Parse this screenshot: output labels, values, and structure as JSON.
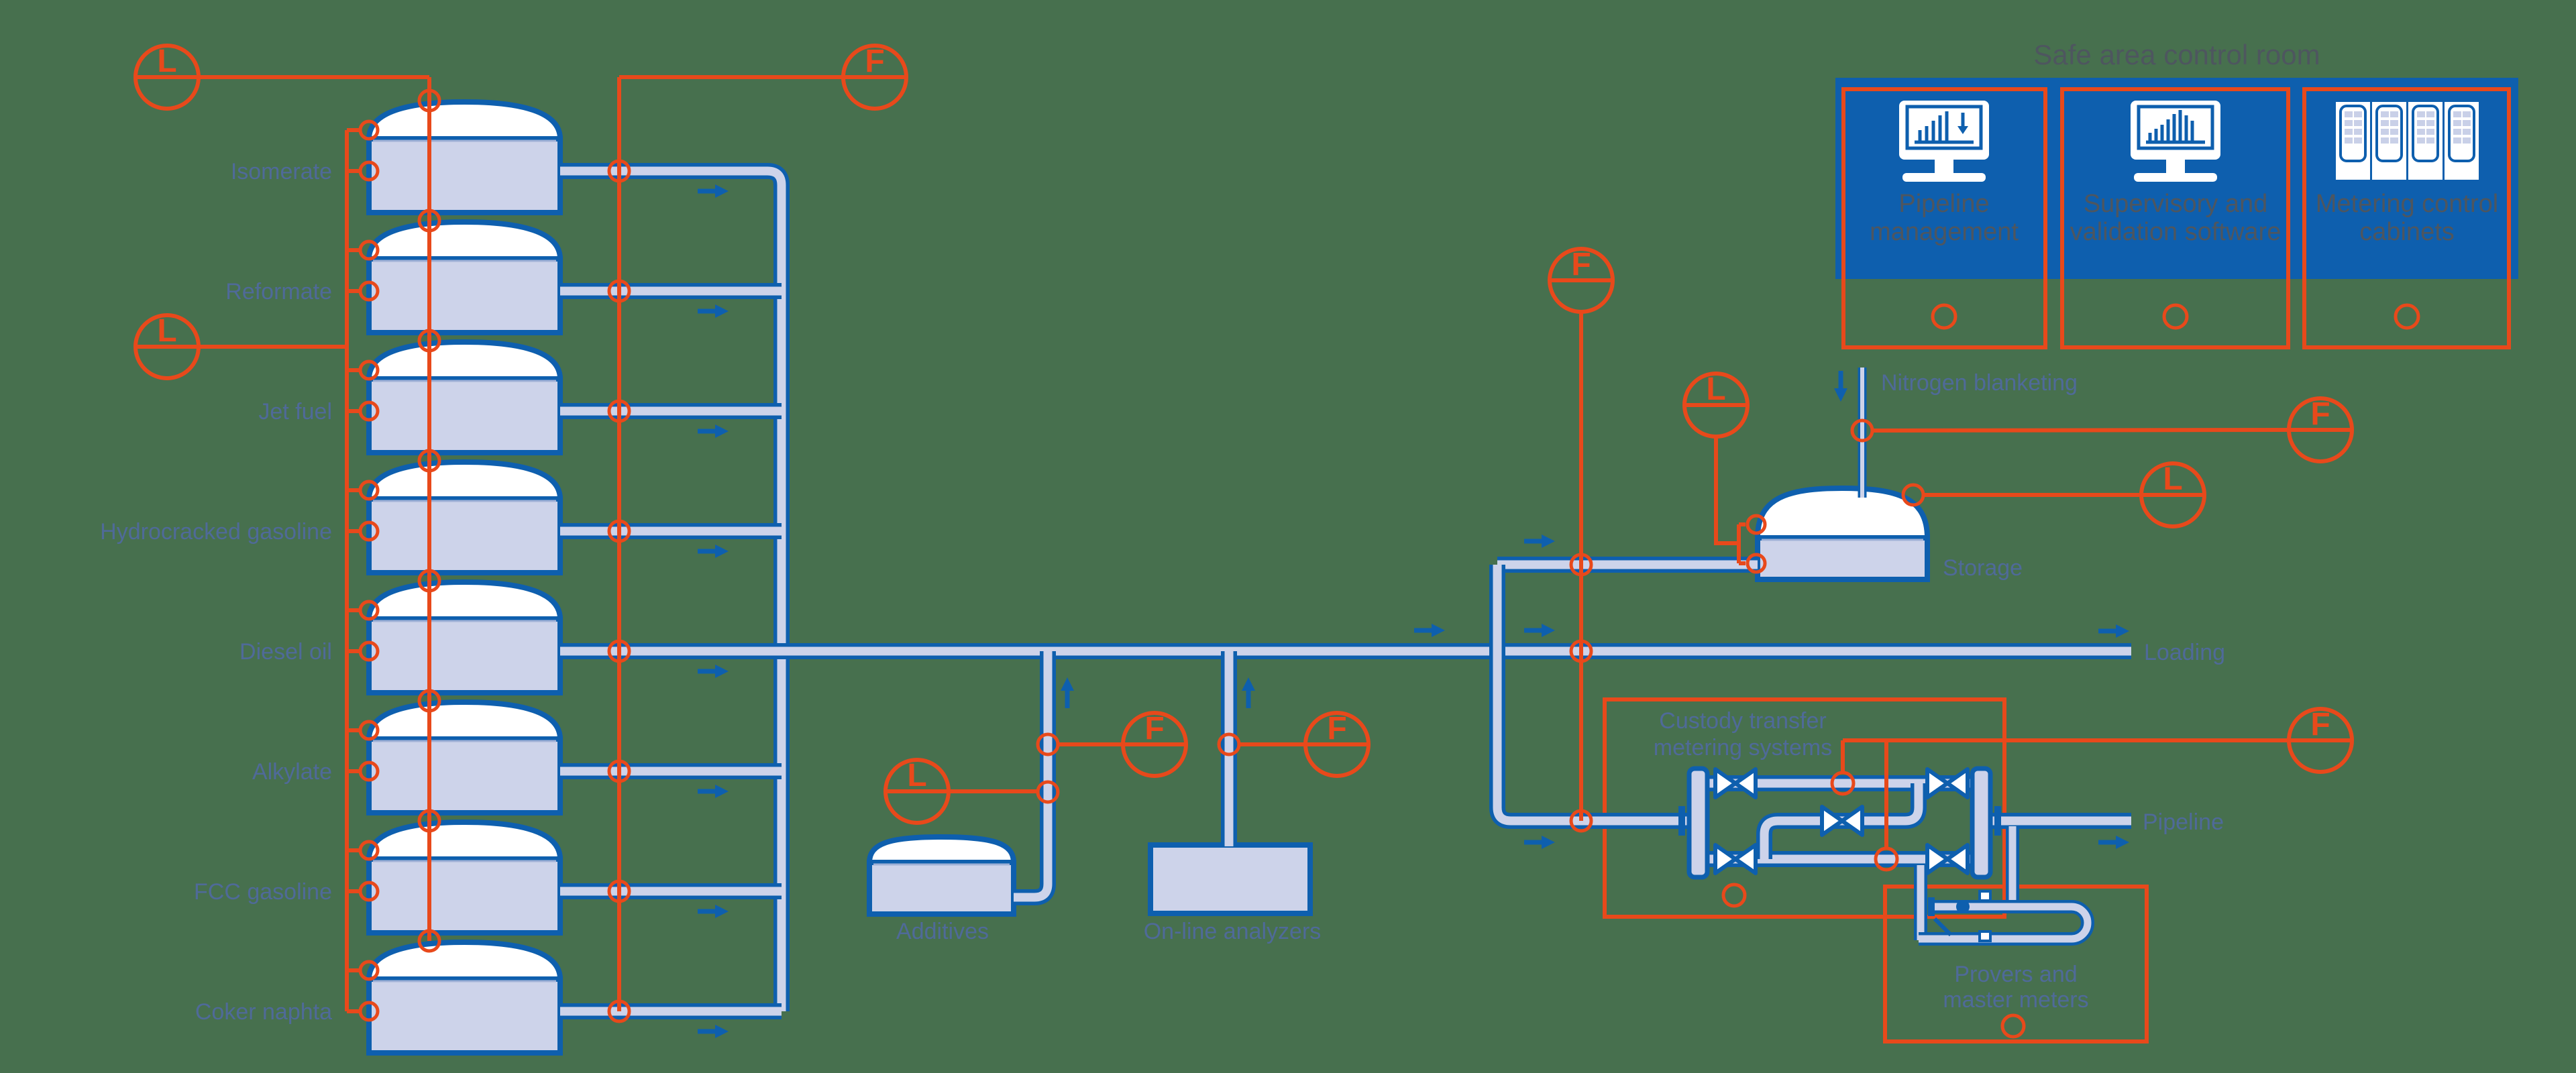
{
  "colors": {
    "background": "#47704E",
    "orange": "#E8491B",
    "blue": "#0E5FAE",
    "pipe_fill": "#CDD3EA",
    "label_blue": "#4F6A99",
    "label_dark": "#4E565F"
  },
  "instruments": {
    "level": "L",
    "flow": "F"
  },
  "tanks": [
    {
      "label": "Isomerate"
    },
    {
      "label": "Reformate"
    },
    {
      "label": "Jet fuel"
    },
    {
      "label": "Hydrocracked gasoline"
    },
    {
      "label": "Diesel oil"
    },
    {
      "label": "Alkylate"
    },
    {
      "label": "FCC gasoline"
    },
    {
      "label": "Coker naphta"
    }
  ],
  "feeds": {
    "additives": "Additives",
    "analyzers": "On-line analyzers"
  },
  "storage": {
    "label": "Storage",
    "nitrogen": "Nitrogen blanketing"
  },
  "lines": {
    "loading": "Loading",
    "pipeline": "Pipeline"
  },
  "skid": {
    "lines": [
      "Custody transfer",
      "metering systems"
    ]
  },
  "provers": {
    "lines": [
      "Provers and",
      "master meters"
    ]
  },
  "control_room": {
    "title": "Safe area control room",
    "panels": [
      {
        "lines": [
          "Pipeline",
          "management"
        ]
      },
      {
        "lines": [
          "Supervisory and",
          "validation software"
        ]
      },
      {
        "lines": [
          "Metering control",
          "cabinets"
        ]
      }
    ]
  }
}
